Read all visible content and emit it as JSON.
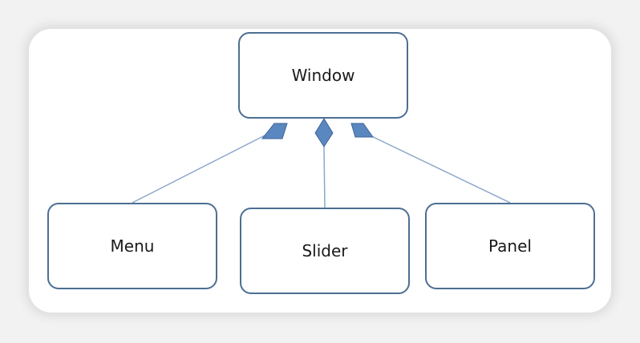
{
  "diagram": {
    "nodes": [
      {
        "id": "window",
        "label": "Window"
      },
      {
        "id": "menu",
        "label": "Menu"
      },
      {
        "id": "slider",
        "label": "Slider"
      },
      {
        "id": "panel",
        "label": "Panel"
      }
    ],
    "edges": [
      {
        "from": "menu",
        "to": "window",
        "end": "diamond"
      },
      {
        "from": "slider",
        "to": "window",
        "end": "diamond"
      },
      {
        "from": "panel",
        "to": "window",
        "end": "diamond"
      }
    ]
  },
  "colors": {
    "node_border": "#4d6f93",
    "edge_line": "#8aa8c8",
    "diamond_fill": "#5b87c0",
    "diamond_stroke": "#3f6498"
  }
}
